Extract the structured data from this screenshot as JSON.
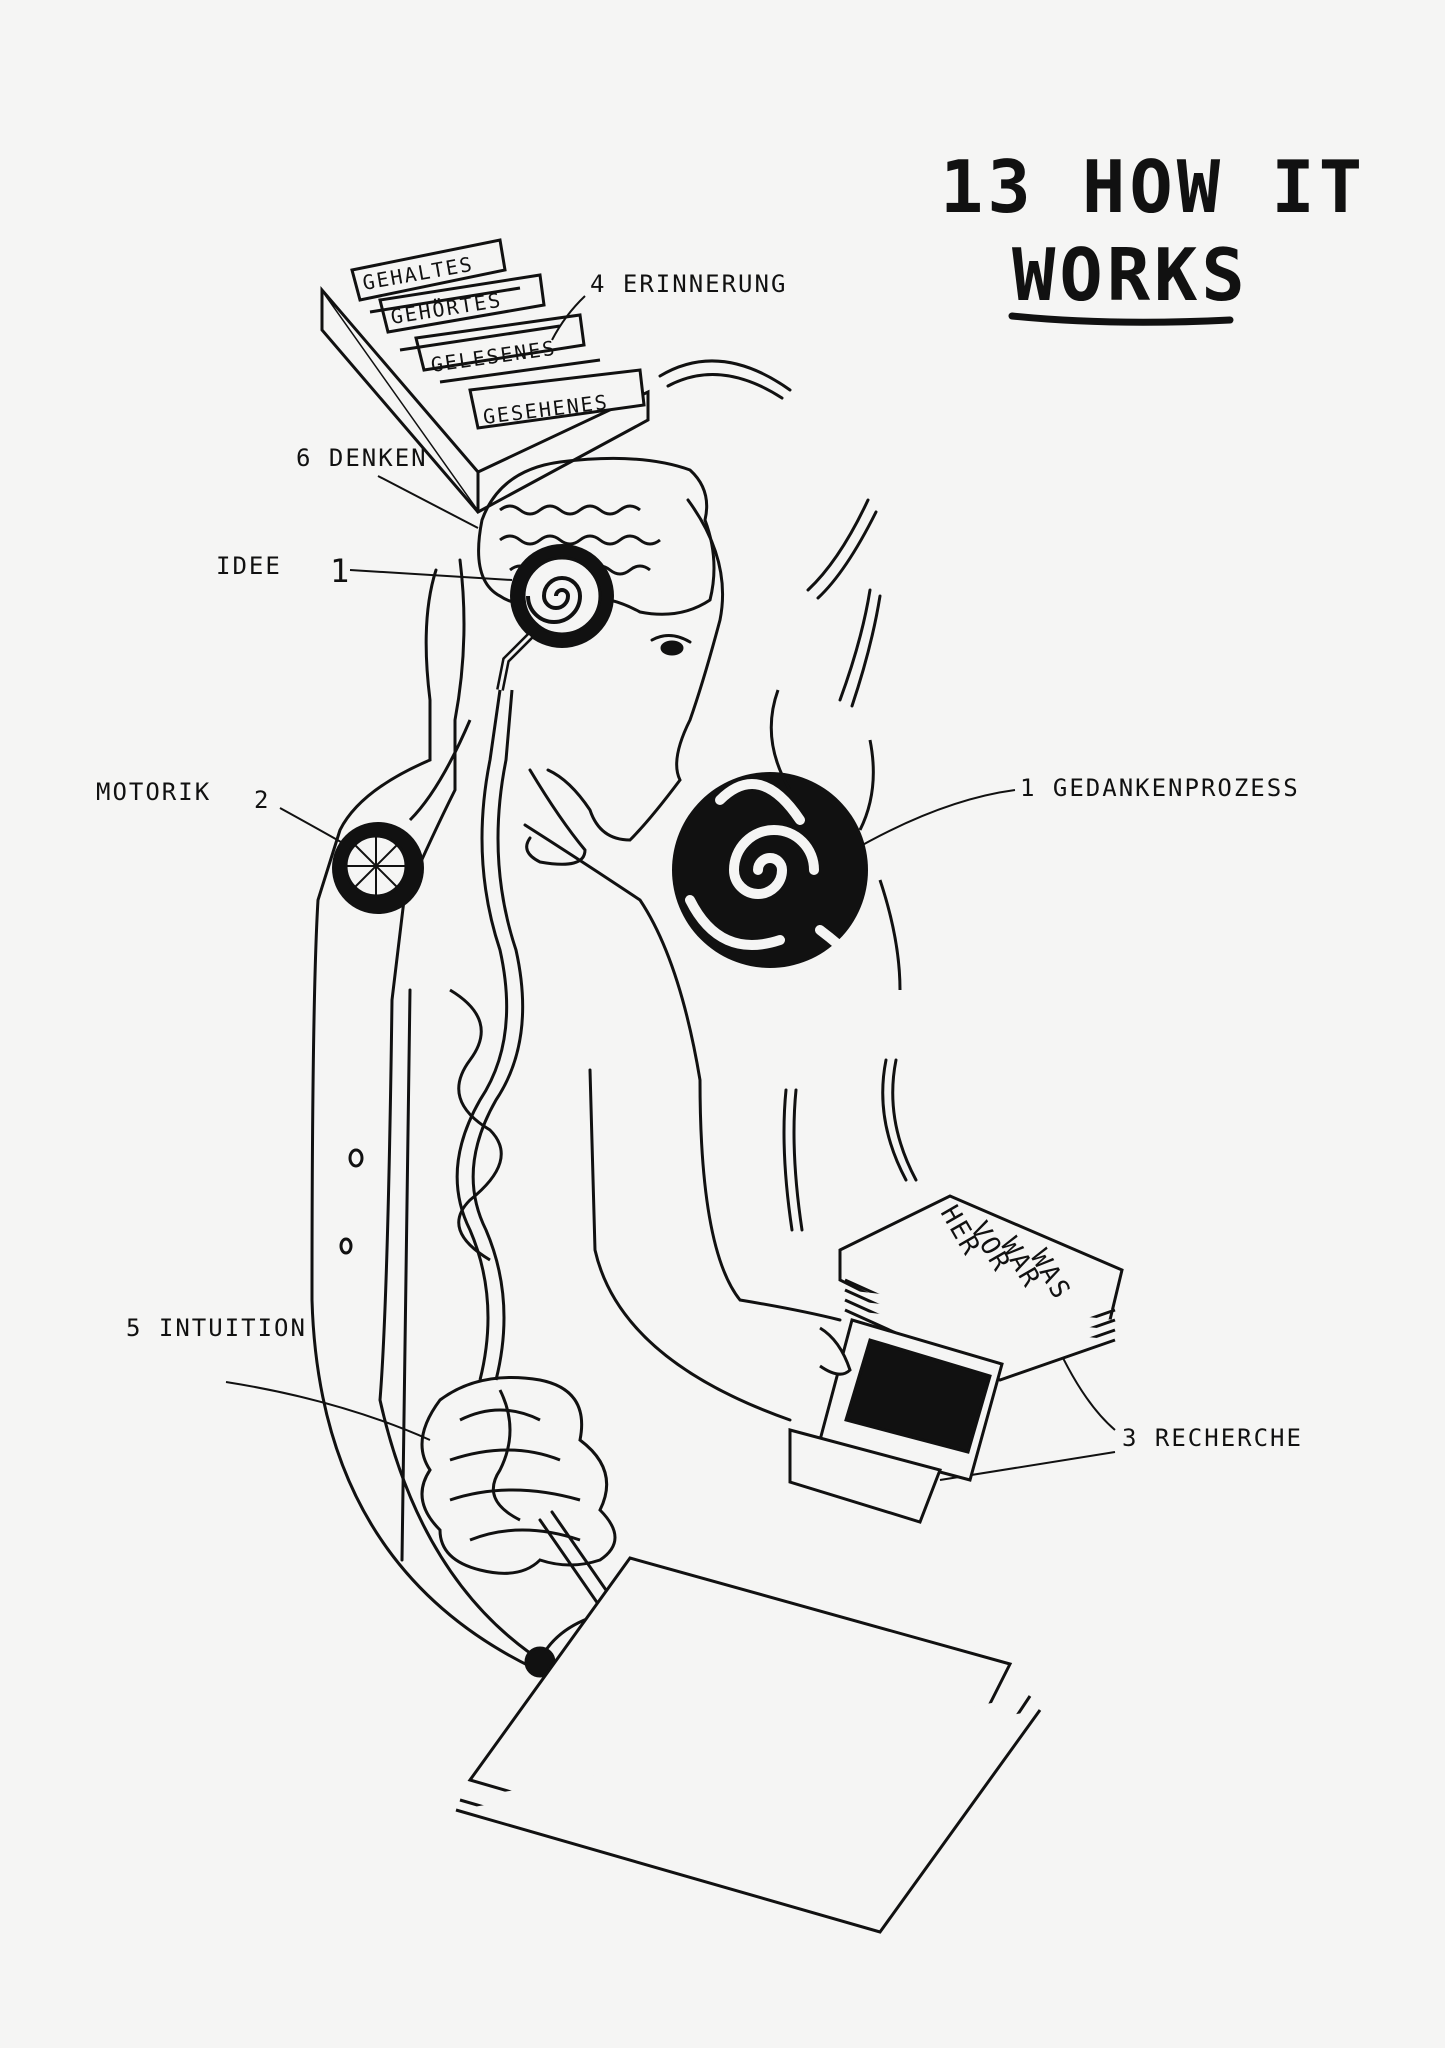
{
  "title": {
    "line1": "13 HOW IT",
    "line2": "WORKS"
  },
  "labels": {
    "erinnerung": "4 ERINNERUNG",
    "denken": "6 DENKEN",
    "idee": "IDEE",
    "idee_num": "1",
    "motorik": "MOTORIK",
    "motorik_num": "2",
    "gedankenprozess": "1 GEDANKENPROZESS",
    "intuition": "5 INTUITION",
    "recherche": "3 RECHERCHE"
  },
  "card_tabs": [
    "GEHALTES",
    "GEHÖRTES",
    "GELESENES",
    "GESEHENES"
  ],
  "book_text": [
    "WAS",
    "WAR",
    "VOR",
    "HER"
  ],
  "colors": {
    "ink": "#111111",
    "paper": "#f5f5f4"
  }
}
